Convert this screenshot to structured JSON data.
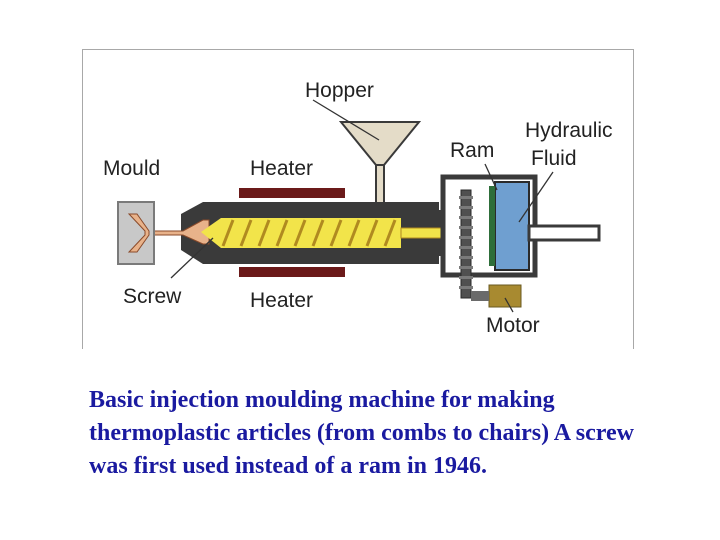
{
  "diagram": {
    "labels": {
      "hopper": "Hopper",
      "hydraulic_fluid_line1": "Hydraulic",
      "hydraulic_fluid_line2": "Fluid",
      "ram": "Ram",
      "mould": "Mould",
      "heater_top": "Heater",
      "heater_bottom": "Heater",
      "screw": "Screw",
      "motor": "Motor"
    },
    "colors": {
      "barrel": "#3a3a3a",
      "heater": "#6b1a1a",
      "melt": "#f2e44a",
      "screw": "#c8b030",
      "hydraulic_fluid": "#6f9fd0",
      "ram_plate": "#2e6e3a",
      "motor": "#a88a30",
      "mould": "#c8c8c8"
    }
  },
  "caption": "Basic injection moulding machine for making thermoplastic articles (from combs to chairs) A screw was first used instead of a ram in 1946."
}
